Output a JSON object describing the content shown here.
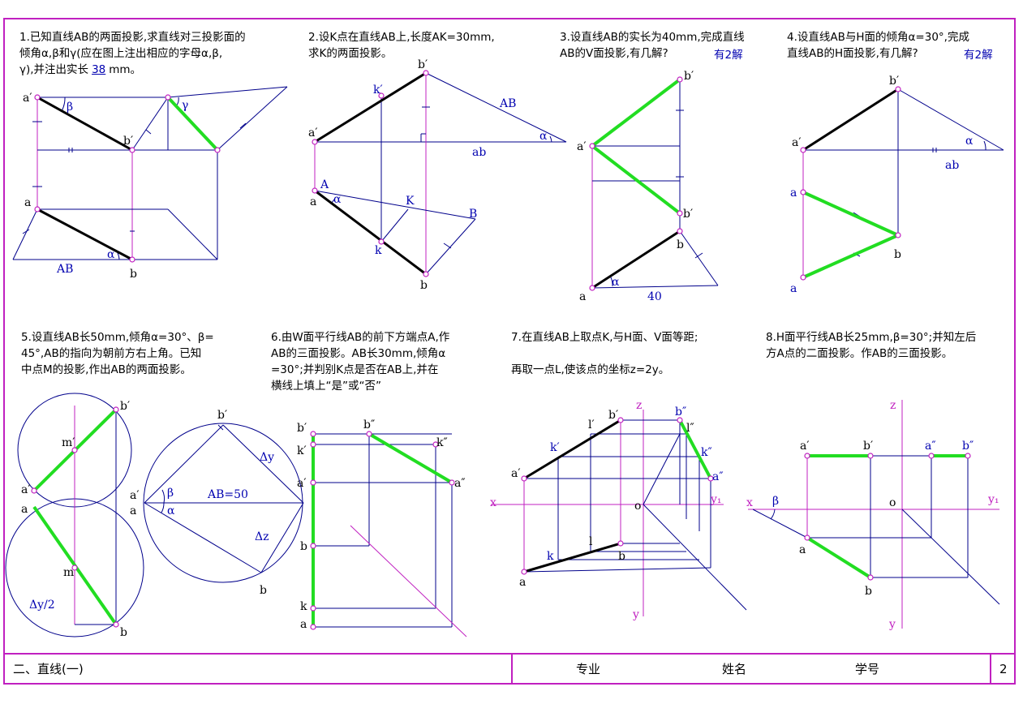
{
  "problems": [
    {
      "id": "1",
      "text": "1.已知直线AB的两面投影,求直线对三投影面的\n 倾角α,β和γ(应在图上注出相应的字母α,β,\n γ),并注出实长",
      "answer": "38",
      "unit": "mm。"
    },
    {
      "id": "2",
      "text": "2.设K点在直线AB上,长度AK=30mm,\n 求K的两面投影。"
    },
    {
      "id": "3",
      "text": "3.设直线AB的实长为40mm,完成直线\n AB的V面投影,有几解?",
      "answer": "有2解"
    },
    {
      "id": "4",
      "text": "4.设直线AB与H面的倾角α=30°,完成\n 直线AB的H面投影,有几解?",
      "answer": "有2解"
    },
    {
      "id": "5",
      "text": "5.设直线AB长50mm,倾角α=30°、β=\n 45°,AB的指向为朝前方右上角。已知\n 中点M的投影,作出AB的两面投影。"
    },
    {
      "id": "6",
      "text": "6.由W面平行线AB的前下方端点A,作\n AB的三面投影。AB长30mm,倾角α\n =30°;并判别K点是否在AB上,并在\n 横线上填上“是”或“否”"
    },
    {
      "id": "7",
      "text": "7.在直线AB上取点K,与H面、V面等距;\n\n 再取一点L,使该点的坐标z=2y。"
    },
    {
      "id": "8",
      "text": "8.H面平行线AB长25mm,β=30°;并知左后\n 方A点的二面投影。作AB的三面投影。"
    }
  ],
  "labels": {
    "p1": {
      "a1": "a′",
      "b1": "b′",
      "a": "a",
      "b": "b",
      "beta": "β",
      "gamma": "γ",
      "alpha": "α",
      "AB": "AB"
    },
    "p2": {
      "a1": "a′",
      "b1": "b′",
      "k1": "k′",
      "a": "a",
      "b": "b",
      "k": "k",
      "A": "A",
      "B": "B",
      "K": "K",
      "AB": "AB",
      "ab": "ab",
      "alpha": "α"
    },
    "p3": {
      "a1": "a′",
      "b1": "b′",
      "b1b": "b′",
      "a": "a",
      "b": "b",
      "alpha": "α",
      "d40": "40"
    },
    "p4": {
      "a1": "a′",
      "b1": "b′",
      "a": "a",
      "a2": "a",
      "b": "b",
      "ab": "ab",
      "alpha": "α"
    },
    "p5": {
      "b1": "b′",
      "m1": "m′",
      "a1": "a′",
      "a": "a",
      "m": "m",
      "b": "b",
      "dy2": "Δy/2",
      "b1r": "b′",
      "a1r": "a′",
      "ar": "a",
      "beta": "β",
      "alpha": "α",
      "AB50": "AB=50",
      "dy": "Δy",
      "dz": "Δz",
      "br": "b"
    },
    "p6": {
      "b1": "b′",
      "k1": "k′",
      "a1": "a′",
      "b2": "b″",
      "k2": "k″",
      "a2": "a″",
      "b": "b",
      "k": "k",
      "a": "a"
    },
    "p7": {
      "b1": "b′",
      "l1": "l′",
      "k1": "k′",
      "a1": "a′",
      "z": "z",
      "b2": "b″",
      "l2": "l″",
      "k2": "k″",
      "a2": "a″",
      "x": "x",
      "o": "o",
      "y1": "y₁",
      "l": "l",
      "k": "k",
      "b": "b",
      "a": "a",
      "y": "y"
    },
    "p8": {
      "z": "z",
      "a1": "a′",
      "b1": "b′",
      "a2": "a″",
      "b2": "b″",
      "x": "x",
      "beta": "β",
      "o": "o",
      "y1": "y₁",
      "a": "a",
      "b": "b",
      "y": "y"
    }
  },
  "footer": {
    "chapter": "二、直线(一)",
    "major": "专业",
    "name": "姓名",
    "student_id": "学号",
    "page": "2"
  },
  "colors": {
    "frame": "#c020c0",
    "construction": "#00008b",
    "answer_line": "#22dd22",
    "given_line": "#000000",
    "axis": "#d000d0",
    "point": "#c020c0"
  }
}
